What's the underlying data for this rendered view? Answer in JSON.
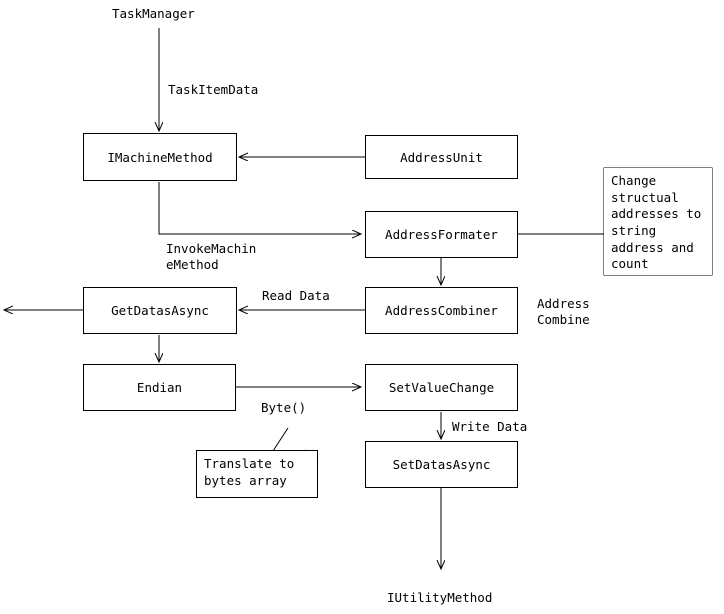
{
  "diagram": {
    "title": "TaskManager flow diagram",
    "nodes": [
      {
        "id": "imachinemethod",
        "label": "IMachineMethod"
      },
      {
        "id": "addressunit",
        "label": "AddressUnit"
      },
      {
        "id": "addressformater",
        "label": "AddressFormater"
      },
      {
        "id": "getdatasasync",
        "label": "GetDatasAsync"
      },
      {
        "id": "addresscombiner",
        "label": "AddressCombiner"
      },
      {
        "id": "endian",
        "label": "Endian"
      },
      {
        "id": "setvaluechange",
        "label": "SetValueChange"
      },
      {
        "id": "setdatasasync",
        "label": "SetDatasAsync"
      }
    ],
    "notes": [
      {
        "id": "doc-note",
        "text": "Change\nstructual\naddresses to\nstring\naddress and\ncount"
      },
      {
        "id": "translate-note",
        "text": "Translate to\nbytes array"
      }
    ],
    "labels": [
      {
        "id": "taskmanager",
        "text": "TaskManager"
      },
      {
        "id": "taskitemdata",
        "text": "TaskItemData"
      },
      {
        "id": "invokemachinemethod",
        "text": "InvokeMachin\neMethod"
      },
      {
        "id": "read-data",
        "text": "Read Data"
      },
      {
        "id": "address-combine",
        "text": "Address\nCombine"
      },
      {
        "id": "byte",
        "text": "Byte()"
      },
      {
        "id": "write-data",
        "text": "Write Data"
      },
      {
        "id": "iutilitymethod",
        "text": "IUtilityMethod"
      }
    ]
  }
}
